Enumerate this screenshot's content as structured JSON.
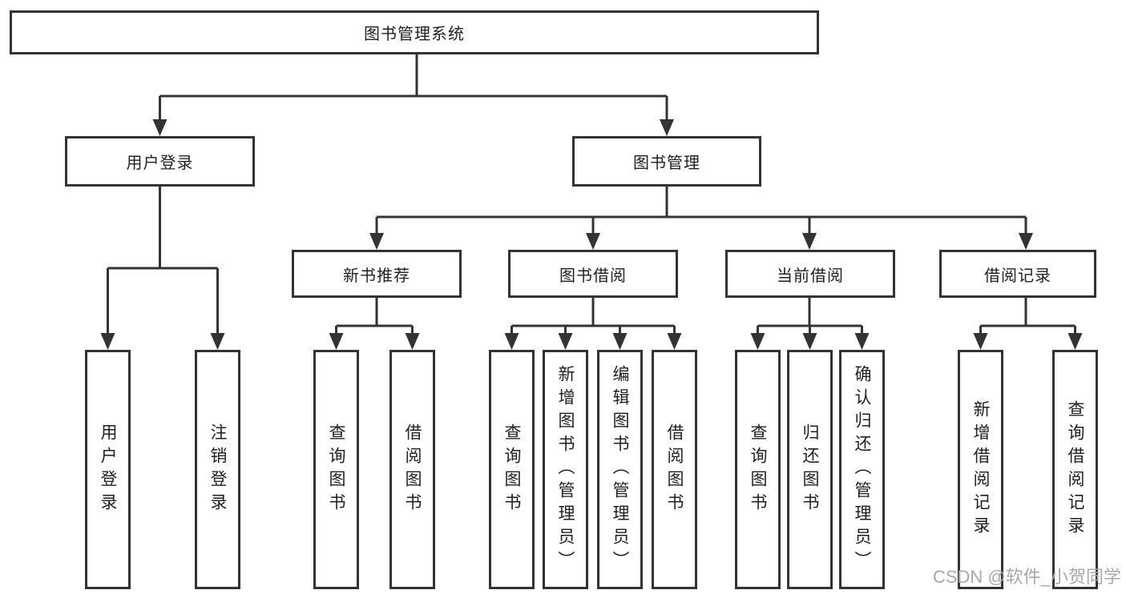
{
  "diagram": {
    "title": "图书管理系统",
    "branches": [
      {
        "label": "用户登录",
        "children": [
          "用户登录",
          "注销登录"
        ]
      },
      {
        "label": "图书管理",
        "groups": [
          {
            "label": "新书推荐",
            "children": [
              "查询图书",
              "借阅图书"
            ]
          },
          {
            "label": "图书借阅",
            "children": [
              "查询图书",
              "新增图书（管理员）",
              "编辑图书（管理员）",
              "借阅图书"
            ]
          },
          {
            "label": "当前借阅",
            "children": [
              "查询图书",
              "归还图书",
              "确认归还（管理员）"
            ]
          },
          {
            "label": "借阅记录",
            "children": [
              "新增借阅记录",
              "查询借阅记录"
            ]
          }
        ]
      }
    ]
  },
  "watermark": {
    "text": "CSDN @软件_小贺同学"
  },
  "colors": {
    "line": "#333333",
    "box_border": "#333333",
    "box_background": "#ffffff",
    "text": "#1f1f1f",
    "watermark": "#a8a8a8"
  }
}
